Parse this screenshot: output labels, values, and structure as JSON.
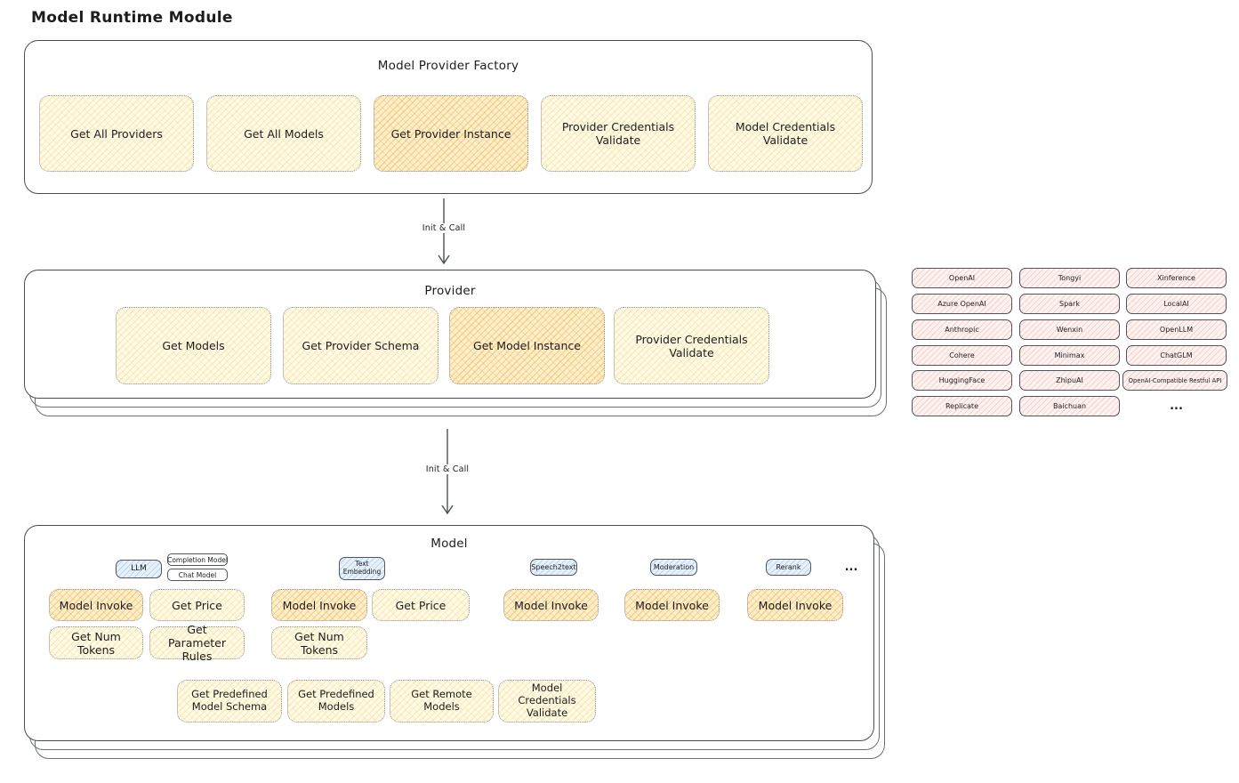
{
  "title": "Model Runtime Module",
  "arrows": {
    "factory_to_provider": "Init & Call",
    "provider_to_model": "Init & Call"
  },
  "factory": {
    "title": "Model Provider Factory",
    "nodes": {
      "all_providers": "Get All Providers",
      "all_models": "Get All Models",
      "provider_instance": "Get Provider Instance",
      "provider_credentials_validate": "Provider Credentials Validate",
      "model_credentials_validate": "Model Credentials Validate"
    }
  },
  "provider": {
    "title": "Provider",
    "nodes": {
      "get_models": "Get Models",
      "get_provider_schema": "Get Provider Schema",
      "get_model_instance": "Get Model Instance",
      "provider_credentials_validate": "Provider Credentials Validate"
    }
  },
  "providers_list": {
    "col1": [
      "OpenAI",
      "Azure OpenAI",
      "Anthropic",
      "Cohere",
      "HuggingFace",
      "Replicate"
    ],
    "col2": [
      "Tongyi",
      "Spark",
      "Wenxin",
      "Minimax",
      "ZhipuAI",
      "Baichuan"
    ],
    "col3": [
      "Xinference",
      "LocalAI",
      "OpenLLM",
      "ChatGLM",
      "OpenAI-Compatible Restful API"
    ],
    "more": "..."
  },
  "model": {
    "title": "Model",
    "tabs": {
      "llm": "LLM",
      "completion_model": "Completion Model",
      "chat_model": "Chat Model",
      "text_embedding": "Text Embedding",
      "speech2text": "Speech2text",
      "moderation": "Moderation",
      "rerank": "Rerank",
      "more": "..."
    },
    "nodes": {
      "llm_invoke": "Model Invoke",
      "llm_price": "Get Price",
      "llm_tokens": "Get Num Tokens",
      "llm_rules": "Get Parameter Rules",
      "te_invoke": "Model Invoke",
      "te_price": "Get Price",
      "te_tokens": "Get Num Tokens",
      "s2t_invoke": "Model Invoke",
      "moderation_invoke": "Model Invoke",
      "rerank_invoke": "Model Invoke"
    },
    "bottom": [
      "Get Predefined Model Schema",
      "Get Predefined Models",
      "Get Remote Models",
      "Model Credentials Validate"
    ]
  },
  "colors": {
    "node_fill": "#fefae6",
    "node_hatch": "#ebc35a",
    "highlight_fill": "#fcefcd",
    "highlight_hatch": "#f2a631",
    "provider_pill_fill": "#fdf2f0",
    "provider_pill_hatch": "#e28a80",
    "tab_fill": "#e7f1fb",
    "tab_hatch": "#6ea0d2",
    "container_border": "#484d53",
    "text": "#1d1d1d"
  }
}
